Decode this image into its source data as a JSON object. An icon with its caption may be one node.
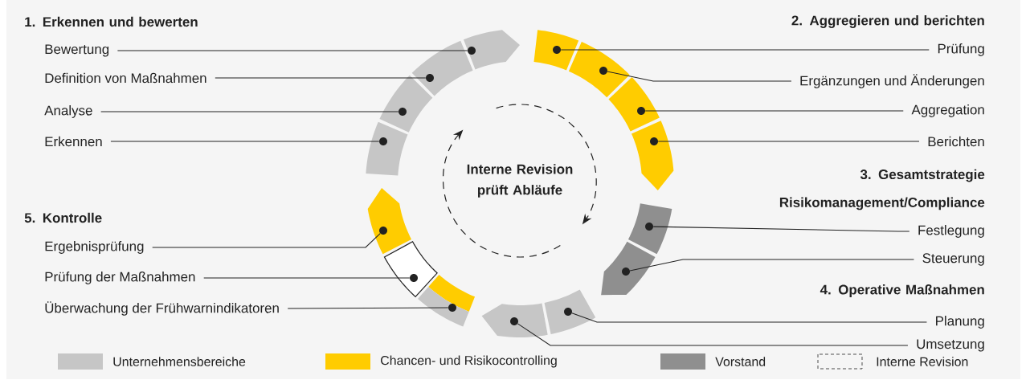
{
  "diagram": {
    "nodes": [
      {
        "text": [
          "Bewertung"
        ]
      },
      {
        "text": [],
        "shape": "bar"
      },
      {
        "text": [
          "Definition von Maßnahmen"
        ]
      },
      {
        "text": [],
        "shape": "bar"
      },
      {
        "text": [
          "Analyse"
        ]
      },
      {
        "text": [],
        "shape": "bar"
      },
      {
        "text": [
          "Erkennen"
        ]
      },
      {
        "text": [],
        "shape": "bar"
      },
      {
        "text": [
          "Prüfung"
        ]
      },
      {
        "text": [],
        "shape": "bar"
      },
      {
        "text": [
          "Ergänzungen und Änderungen"
        ]
      },
      {
        "text": [],
        "shape": "bar"
      },
      {
        "text": [
          "Aggregation"
        ]
      },
      {
        "text": [],
        "shape": "bar"
      },
      {
        "text": [
          "Berichten"
        ]
      },
      {
        "text": [],
        "shape": "bar"
      },
      {
        "text": [
          "Festlegung"
        ]
      },
      {
        "text": [],
        "shape": "bar"
      },
      {
        "text": [
          "Steuerung"
        ]
      },
      {
        "text": [],
        "shape": "bar"
      },
      {
        "text": [
          "Planung"
        ]
      },
      {
        "text": [],
        "shape": "bar"
      },
      {
        "text": [
          "Umsetzung"
        ]
      },
      {
        "text": [],
        "shape": "bar"
      },
      {
        "text": [
          "Ergebnisprüfung"
        ]
      },
      {
        "text": [],
        "shape": "bar"
      },
      {
        "text": [
          "Prüfung der Maßnahmen"
        ]
      },
      {
        "text": [],
        "shape": "bar"
      },
      {
        "text": [
          "Überwachung der Frühwarnindikatoren"
        ]
      },
      {
        "text": [],
        "shape": "bar"
      },
      {
        "text": [
          "Interne Revision prüft Abläufe"
        ]
      }
    ],
    "edges": [
      {
        "from": 0,
        "to": 1,
        "arrow": "none"
      },
      {
        "from": 2,
        "to": 3,
        "arrow": "none"
      },
      {
        "from": 4,
        "to": 5,
        "arrow": "none"
      },
      {
        "from": 6,
        "to": 7,
        "arrow": "none"
      },
      {
        "from": 8,
        "to": 9,
        "arrow": "none"
      },
      {
        "from": 10,
        "to": 11,
        "arrow": "none"
      },
      {
        "from": 12,
        "to": 13,
        "arrow": "none"
      },
      {
        "from": 14,
        "to": 15,
        "arrow": "none"
      },
      {
        "from": 16,
        "to": 17,
        "arrow": "none"
      },
      {
        "from": 18,
        "to": 19,
        "arrow": "none"
      },
      {
        "from": 20,
        "to": 21,
        "arrow": "none"
      },
      {
        "from": 22,
        "to": 23,
        "arrow": "none"
      },
      {
        "from": 24,
        "to": 25,
        "arrow": "none"
      },
      {
        "from": 26,
        "to": 27,
        "arrow": "none"
      },
      {
        "from": 28,
        "to": 29,
        "arrow": "none"
      }
    ],
    "labels": [
      "1. Erkennen und bewerten",
      "2. Aggregieren und berichten",
      "3. Gesamtstrategie Risikomanagement/Compliance",
      "5. Kontrolle",
      "4. Operative Maßnahmen"
    ],
    "legend": [
      {
        "text": "Unternehmensbereiche",
        "color": "#c6c6c6"
      },
      {
        "text": "Chancen- und Risikocontrolling",
        "color": "#ffcc00"
      },
      {
        "text": "Vorstand",
        "color": "#8f8f8f"
      },
      {
        "text": "Interne Revision"
      }
    ]
  }
}
